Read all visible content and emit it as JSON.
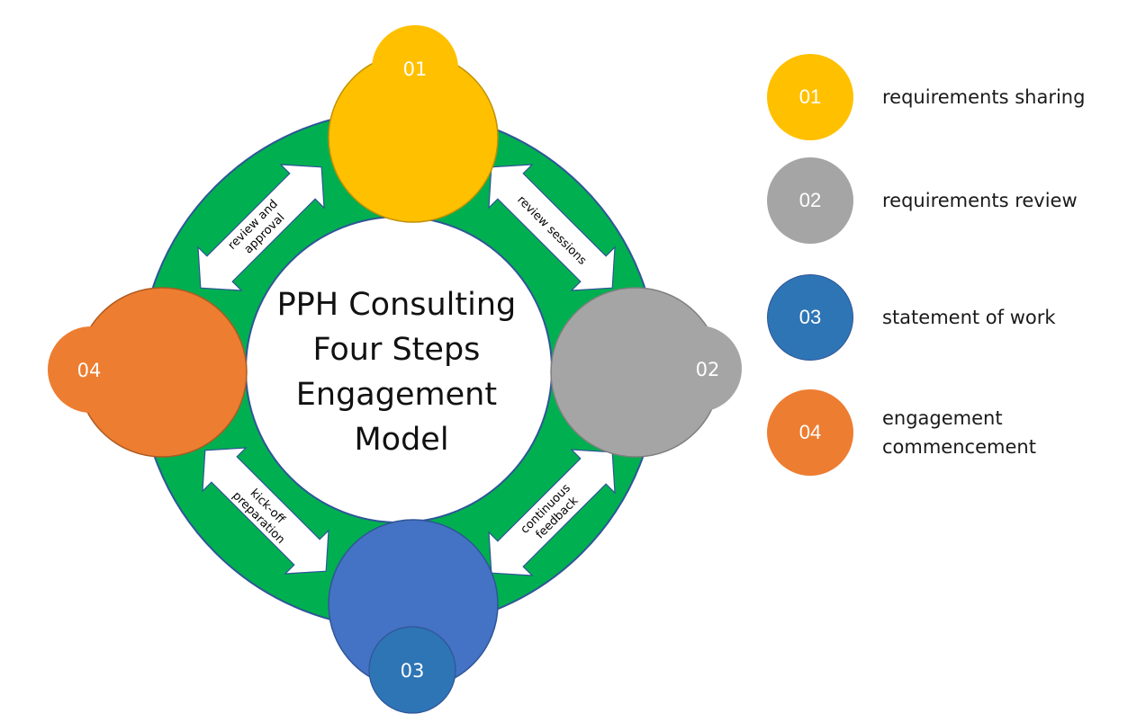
{
  "center_title": [
    "PPH Consulting",
    "Four Steps",
    "Engagement",
    "Model"
  ],
  "steps": [
    {
      "number": "01",
      "color": "#FFC000"
    },
    {
      "number": "02",
      "color": "#A5A5A5"
    },
    {
      "number": "03",
      "color": "#4472C4"
    },
    {
      "number": "04",
      "color": "#ED7D31"
    }
  ],
  "step_badges": {
    "s01": "#FFC000",
    "s02": "#A5A5A5",
    "s03": "#2E75B6",
    "s04": "#ED7D31"
  },
  "ring_color": "#00B050",
  "arrows": {
    "review_and_approval": [
      "review and",
      "approval"
    ],
    "review_sessions": [
      "review sessions"
    ],
    "continuous_feedback": [
      "continuous",
      "feedback"
    ],
    "kickoff_preparation": [
      "kick-off",
      "preparation"
    ]
  },
  "legend": [
    {
      "number": "01",
      "label": "requirements sharing",
      "color": "#FFC000"
    },
    {
      "number": "02",
      "label": "requirements review",
      "color": "#A5A5A5"
    },
    {
      "number": "03",
      "label": "statement of work",
      "color": "#2E75B6"
    },
    {
      "number": "04",
      "label": "engagement commencement",
      "color": "#ED7D31"
    }
  ]
}
